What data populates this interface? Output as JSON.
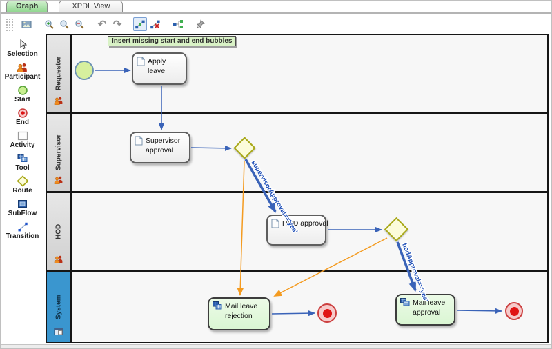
{
  "tabs": {
    "graph": "Graph",
    "xpdl": "XPDL View"
  },
  "toolbar": {
    "icons": [
      "overview-icon",
      "zoom-in-icon",
      "zoom-icon",
      "zoom-out-icon",
      "undo-icon",
      "redo-icon",
      "insert-start-end-bubbles-icon",
      "remove-start-end-bubbles-icon",
      "graph-layout-icon",
      "pin-icon"
    ],
    "selected_icon": "insert-start-end-bubbles-icon",
    "undo_glyph": "↶",
    "redo_glyph": "↷"
  },
  "tooltip": {
    "text": "Insert missing start and end bubbles"
  },
  "palette": {
    "items": [
      {
        "label": "Selection",
        "icon": "cursor-icon"
      },
      {
        "label": "Participant",
        "icon": "participant-icon"
      },
      {
        "label": "Start",
        "icon": "start-icon"
      },
      {
        "label": "End",
        "icon": "end-icon"
      },
      {
        "label": "Activity",
        "icon": "activity-icon"
      },
      {
        "label": "Tool",
        "icon": "tool-icon"
      },
      {
        "label": "Route",
        "icon": "route-icon"
      },
      {
        "label": "SubFlow",
        "icon": "subflow-icon"
      },
      {
        "label": "Transition",
        "icon": "transition-icon"
      }
    ]
  },
  "lanes": [
    {
      "name": "Requestor",
      "icon": "participant-icon",
      "selected": false
    },
    {
      "name": "Supervisor",
      "icon": "participant-icon",
      "selected": false
    },
    {
      "name": "HOD",
      "icon": "participant-icon",
      "selected": false
    },
    {
      "name": "System",
      "icon": "system-icon",
      "selected": true
    }
  ],
  "nodes": {
    "apply": {
      "label": "Apply leave",
      "type": "activity"
    },
    "supervisor": {
      "label": "Supervisor approval",
      "type": "activity"
    },
    "hod": {
      "label": "HOD approval",
      "type": "activity"
    },
    "mail_rejection": {
      "label": "Mail leave rejection",
      "type": "tool"
    },
    "mail_approval": {
      "label": "Mail leave approval",
      "type": "tool"
    }
  },
  "transitions": {
    "supervisor_yes": {
      "label": "supervisorApproval=='yes'"
    },
    "hod_yes": {
      "label": "hodApproval=='yes'"
    }
  },
  "colors": {
    "transition_blue": "#3a63b8",
    "transition_orange": "#f49b20",
    "lane_selected": "#3a96cf",
    "tooltip_bg": "#d9f2c6",
    "active_tab_green": "#8ed68d"
  }
}
